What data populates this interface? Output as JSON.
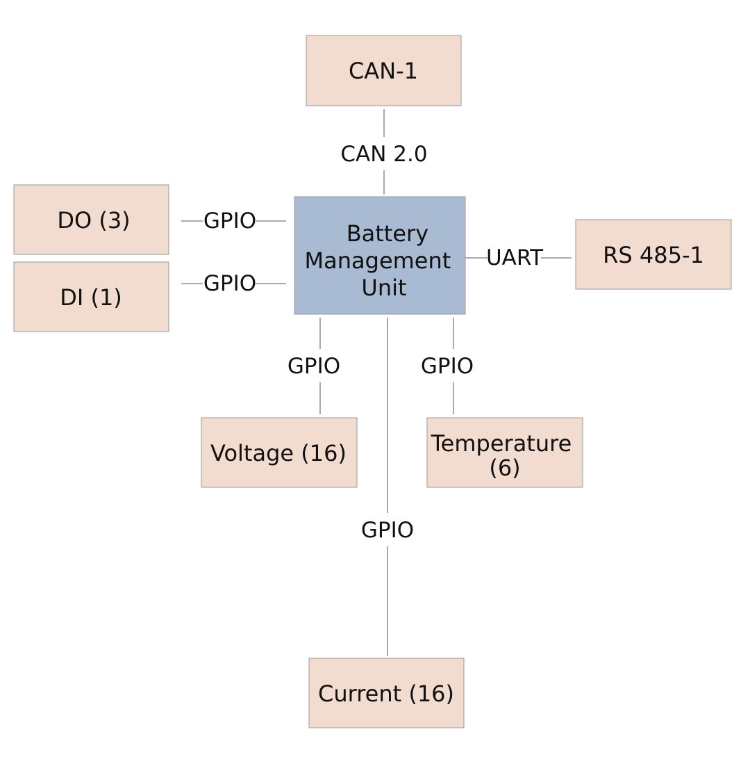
{
  "colors": {
    "peripheral_fill": "#f2dbcf",
    "core_fill": "#a9bbd2"
  },
  "nodes": {
    "core": {
      "lines": [
        "Battery",
        "Management",
        "Unit"
      ]
    },
    "can": {
      "lines": [
        "CAN-1"
      ]
    },
    "do": {
      "lines": [
        "DO (3)"
      ]
    },
    "di": {
      "lines": [
        "DI (1)"
      ]
    },
    "rs485": {
      "lines": [
        "RS 485-1"
      ]
    },
    "voltage": {
      "lines": [
        "Voltage (16)"
      ]
    },
    "temperature": {
      "lines": [
        "Temperature",
        "(6)"
      ]
    },
    "current": {
      "lines": [
        "Current (16)"
      ]
    }
  },
  "connections": {
    "can": "CAN 2.0",
    "do": "GPIO",
    "di": "GPIO",
    "rs485": "UART",
    "voltage": "GPIO",
    "temperature": "GPIO",
    "current": "GPIO"
  }
}
